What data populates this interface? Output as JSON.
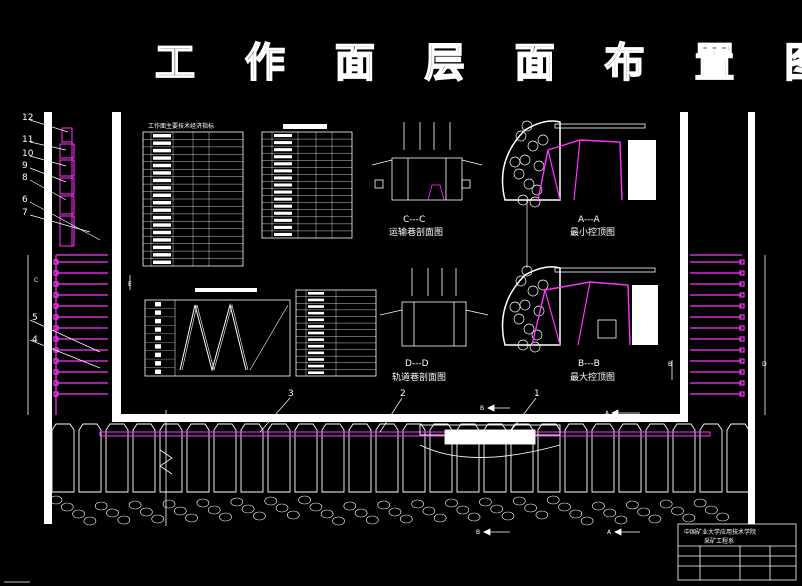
{
  "title": "工 作 面 层 面 布 置 图",
  "sections": [
    {
      "id": "C",
      "label": "C---C",
      "caption": "运输巷剖面图"
    },
    {
      "id": "A",
      "label": "A---A",
      "caption": "最小控顶图"
    },
    {
      "id": "D",
      "label": "D---D",
      "caption": "轨道巷剖面图"
    },
    {
      "id": "B",
      "label": "B---B",
      "caption": "最大控顶图"
    }
  ],
  "left_numbers": [
    "12",
    "11",
    "10",
    "9",
    "8",
    "6",
    "7",
    "5",
    "4"
  ],
  "bottom_numbers": [
    "3",
    "2",
    "1"
  ],
  "section_marks": {
    "c": "C",
    "e": "E",
    "d": "D",
    "b": "B",
    "a": "A"
  },
  "arrows": {
    "b_top": "B",
    "a_top": "A",
    "b_bottom": "B",
    "a_bottom": "A"
  },
  "table1_title": "工作面主要技术经济指标",
  "title_block": {
    "line1": "中国矿业大学应用技术学院",
    "line2": "采矿工程系"
  },
  "colors": {
    "accent": "#ff33ff",
    "line": "#ffffff",
    "bg": "#000000"
  }
}
